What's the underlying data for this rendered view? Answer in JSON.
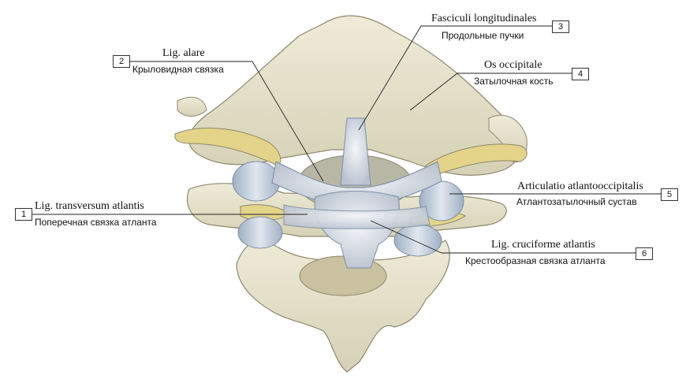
{
  "labels": [
    {
      "number": "1",
      "latin": "Lig. transversum atlantis",
      "russian": "Поперечная связка атланта"
    },
    {
      "number": "2",
      "latin": "Lig. alare",
      "russian": "Крыловидная связка"
    },
    {
      "number": "3",
      "latin": "Fasciculi longitudinales",
      "russian": "Продольные пучки"
    },
    {
      "number": "4",
      "latin": "Os occipitale",
      "russian": "Затылочная кость"
    },
    {
      "number": "5",
      "latin": "Articulatio atlantooccipitalis",
      "russian": "Атлантозатылочный сустав"
    },
    {
      "number": "6",
      "latin": "Lig. cruciforme atlantis",
      "russian": "Крестообразная связка атланта"
    }
  ]
}
